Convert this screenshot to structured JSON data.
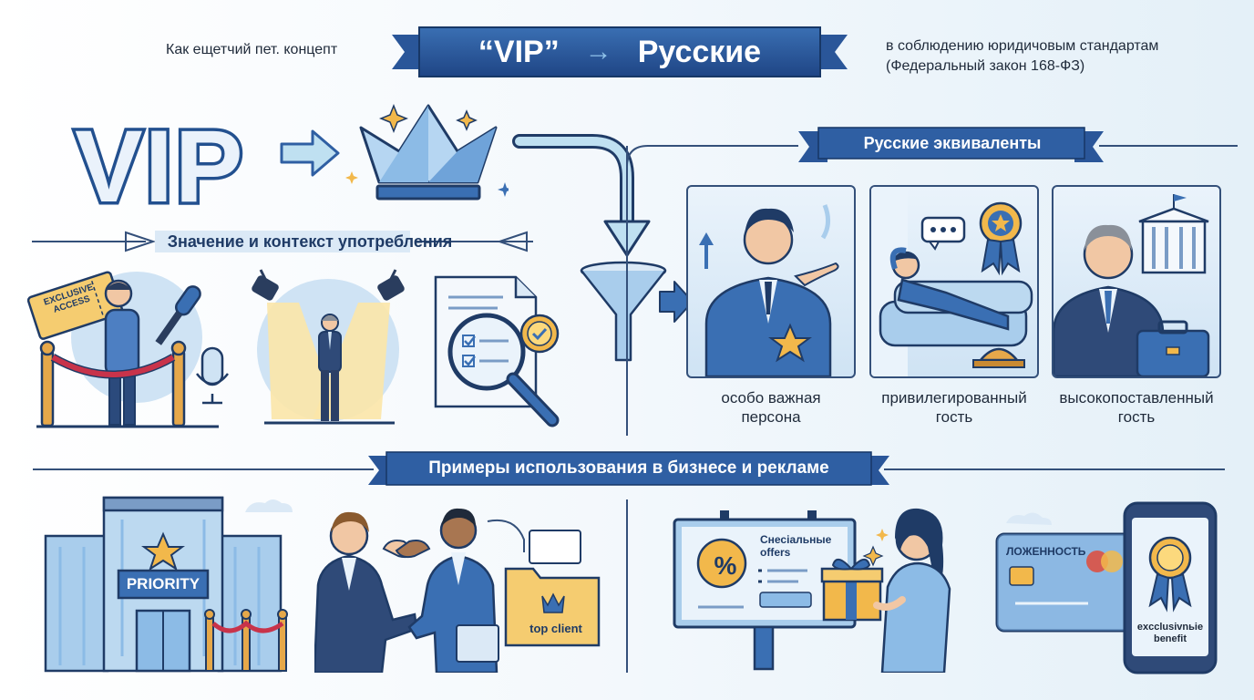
{
  "header": {
    "intro_left": "Как ещетчий пет. концепт",
    "title_left": "“VIP”",
    "title_arrow": "→",
    "title_right": "Русские",
    "intro_right": "в соблюдению юридичовым стандартам (Федеральный закон 168-ФЗ)"
  },
  "hero": {
    "vip_word": "VIP"
  },
  "section_meaning": {
    "title": "Значение и контекст употребления",
    "ticket_text": "EXCLUSIVE ACCESS"
  },
  "section_equivalents": {
    "title": "Русские эквиваленты",
    "items": [
      {
        "caption_line1": "особо важная",
        "caption_line2": "персона"
      },
      {
        "caption_line1": "привилегированный",
        "caption_line2": "гость"
      },
      {
        "caption_line1": "высокопоставленный",
        "caption_line2": "гость"
      }
    ]
  },
  "section_examples": {
    "title": "Примеры использования в бизнесе и рекламе",
    "building_sign": "PRIORITY",
    "folder_label": "top client",
    "billboard_percent": "%",
    "billboard_line1": "Снесіальные",
    "billboard_line2": "offers",
    "card_label": "ЛОЖЕННОСТЬ",
    "phone_line1": "excclusivnьie",
    "phone_line2": "benefit"
  },
  "colors": {
    "navy": "#1f3b66",
    "blue": "#2f5fa3",
    "light_blue": "#a9cdec",
    "gold": "#f2b84b",
    "ribbon": "#dbe9f6"
  }
}
